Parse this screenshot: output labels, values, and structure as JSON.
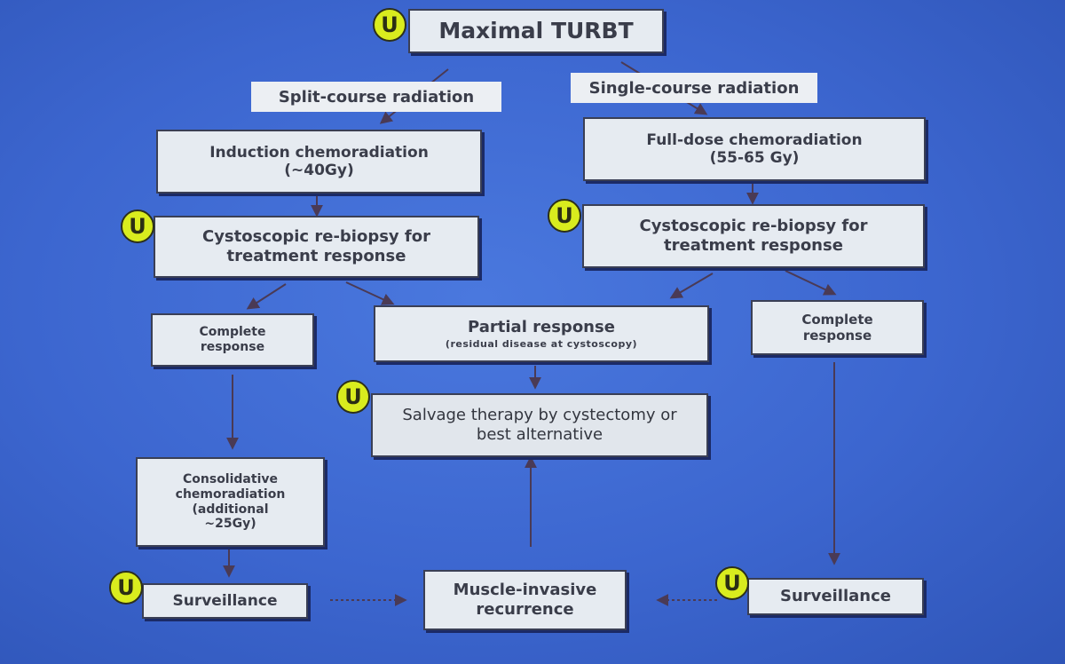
{
  "colors": {
    "background": "#3c66cf",
    "box_fill": "#e6ebf1",
    "badge": "#d9ec1e",
    "arrow": "#4a3a55"
  },
  "badge_letter": "U",
  "nodes": {
    "maximal_turbt": "Maximal TURBT",
    "split_course": "Split-course radiation",
    "single_course": "Single-course radiation",
    "induction": {
      "line1": "Induction chemoradiation",
      "line2": "(~40Gy)"
    },
    "full_dose": {
      "line1": "Full-dose chemoradiation",
      "line2": "(55-65 Gy)"
    },
    "rebiopsy_left": {
      "line1": "Cystoscopic re-biopsy for",
      "line2": "treatment response"
    },
    "rebiopsy_right": {
      "line1": "Cystoscopic re-biopsy for",
      "line2": "treatment response"
    },
    "complete_left": {
      "line1": "Complete",
      "line2": "response"
    },
    "partial": {
      "line1": "Partial response",
      "line2": "(residual disease at cystoscopy)"
    },
    "complete_right": {
      "line1": "Complete",
      "line2": "response"
    },
    "salvage": {
      "line1": "Salvage therapy by cystectomy or",
      "line2": "best alternative"
    },
    "consolidative": {
      "line1": "Consolidative",
      "line2": "chemoradiation",
      "line3": "(additional",
      "line4": "~25Gy)"
    },
    "surveillance_left": "Surveillance",
    "recurrence": {
      "line1": "Muscle-invasive",
      "line2": "recurrence"
    },
    "surveillance_right": "Surveillance"
  }
}
